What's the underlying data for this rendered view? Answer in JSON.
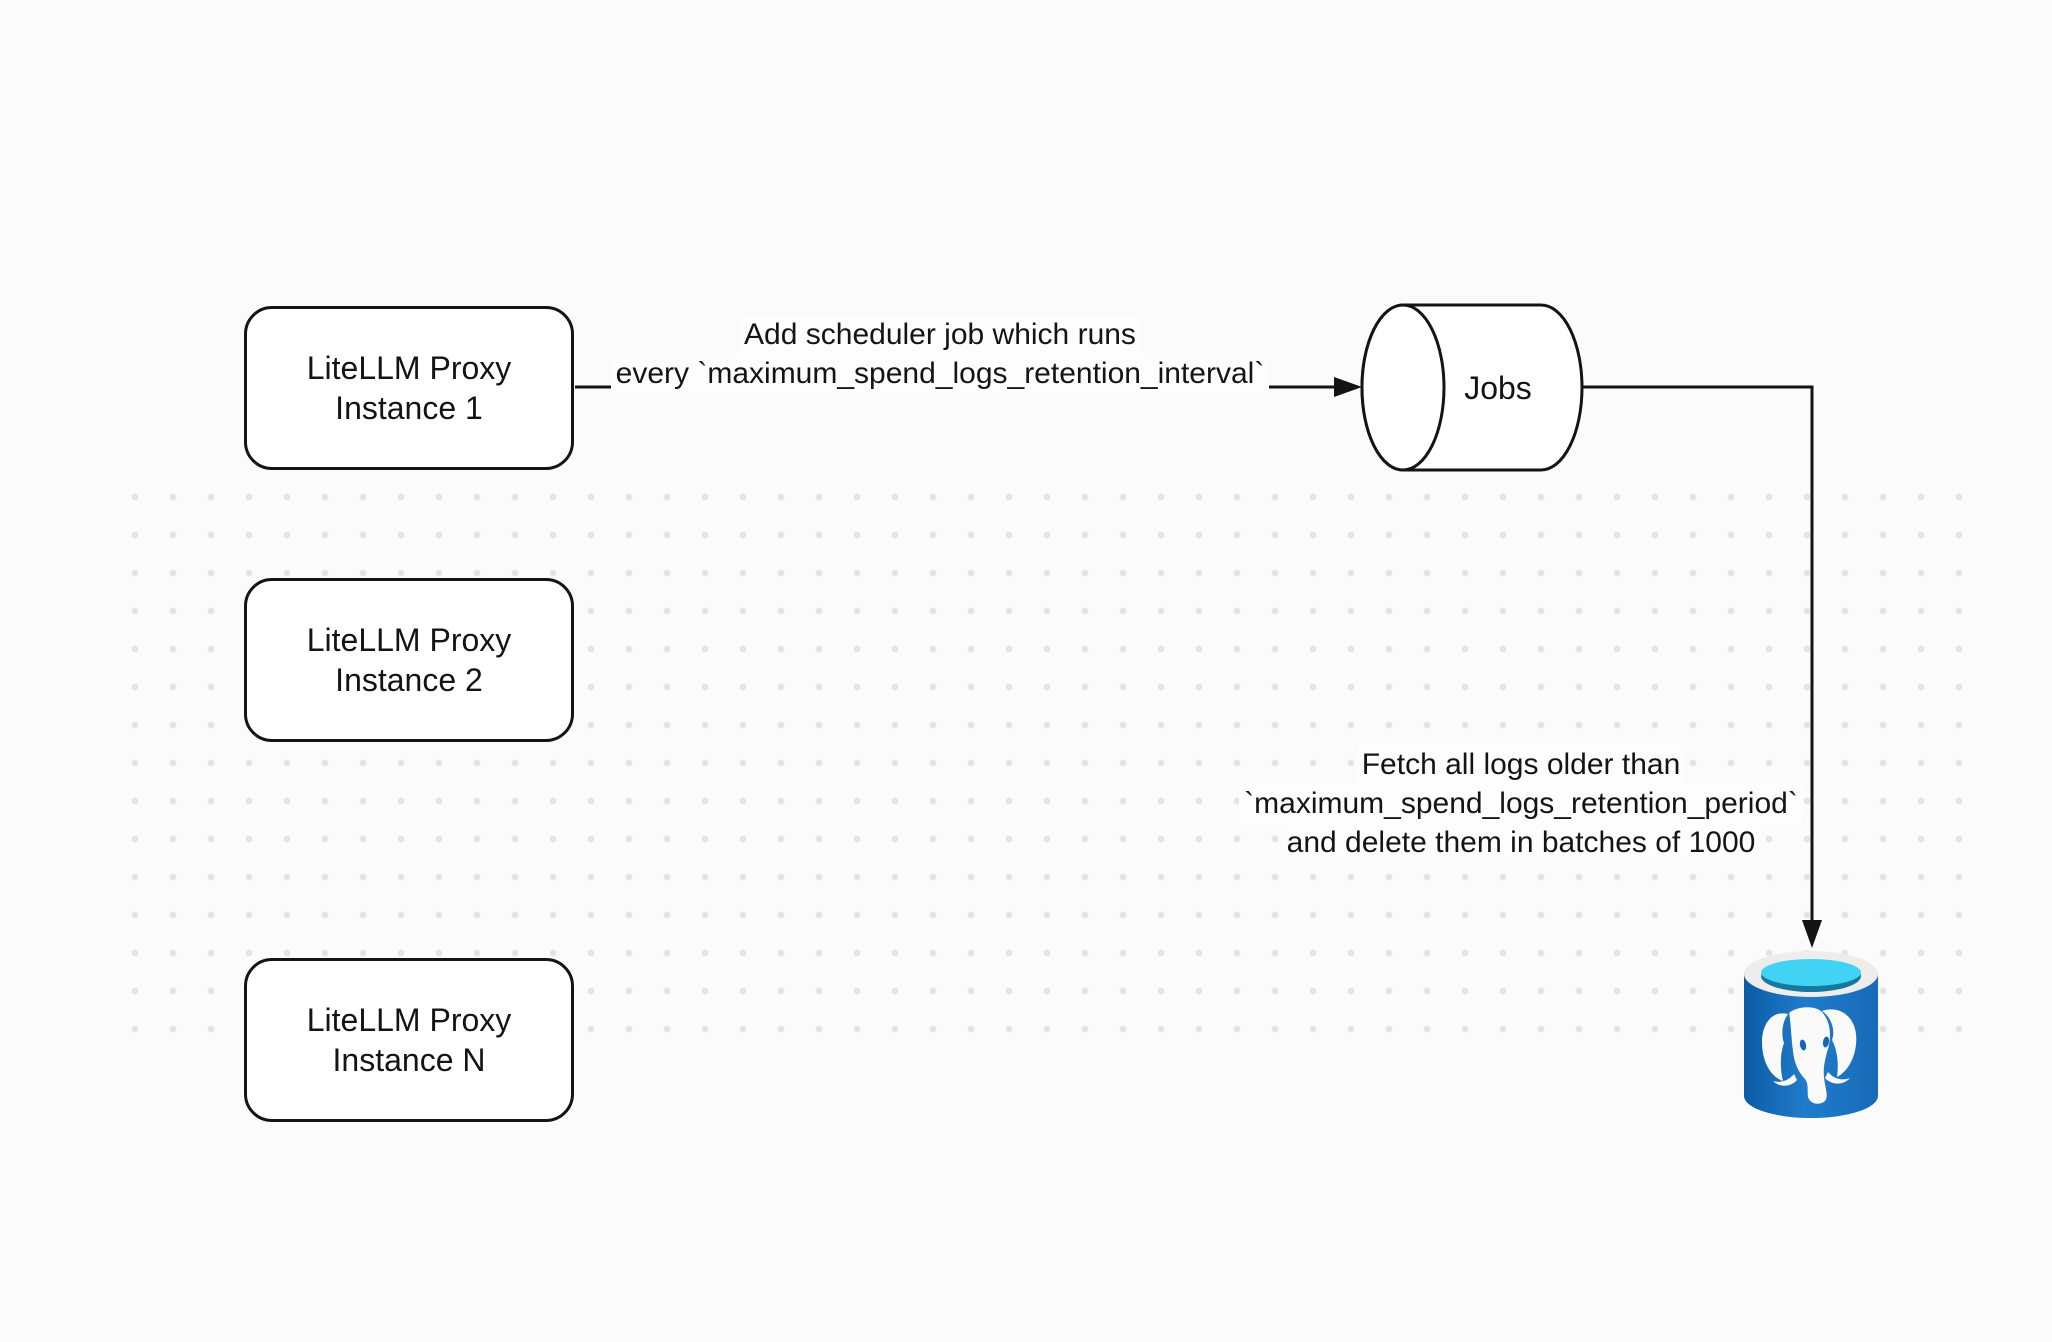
{
  "diagram": {
    "nodes": {
      "proxy1": {
        "line1": "LiteLLM Proxy",
        "line2": "Instance 1"
      },
      "proxy2": {
        "line1": "LiteLLM Proxy",
        "line2": "Instance 2"
      },
      "proxyN": {
        "line1": "LiteLLM Proxy",
        "line2": "Instance N"
      },
      "jobs": {
        "label": "Jobs"
      },
      "postgres": {
        "icon": "postgresql-database-icon"
      }
    },
    "edges": {
      "scheduler": {
        "line1": "Add scheduler job which runs",
        "line2": "every `maximum_spend_logs_retention_interval`"
      },
      "fetch": {
        "line1": "Fetch all logs older than",
        "line2": "`maximum_spend_logs_retention_period`",
        "line3": "and delete them in batches of 1000"
      }
    },
    "colors": {
      "background": "#fbfbfb",
      "dot_grid": "#e4e4e4",
      "stroke": "#141414",
      "node_fill": "#ffffff",
      "postgres_blue": "#1268b3",
      "postgres_blue_light": "#1f7ccb",
      "postgres_rim": "#ededeb",
      "postgres_cyan": "#42d2f4",
      "postgres_inner_dark": "#16789f",
      "elephant_white": "#fafaf8"
    }
  }
}
